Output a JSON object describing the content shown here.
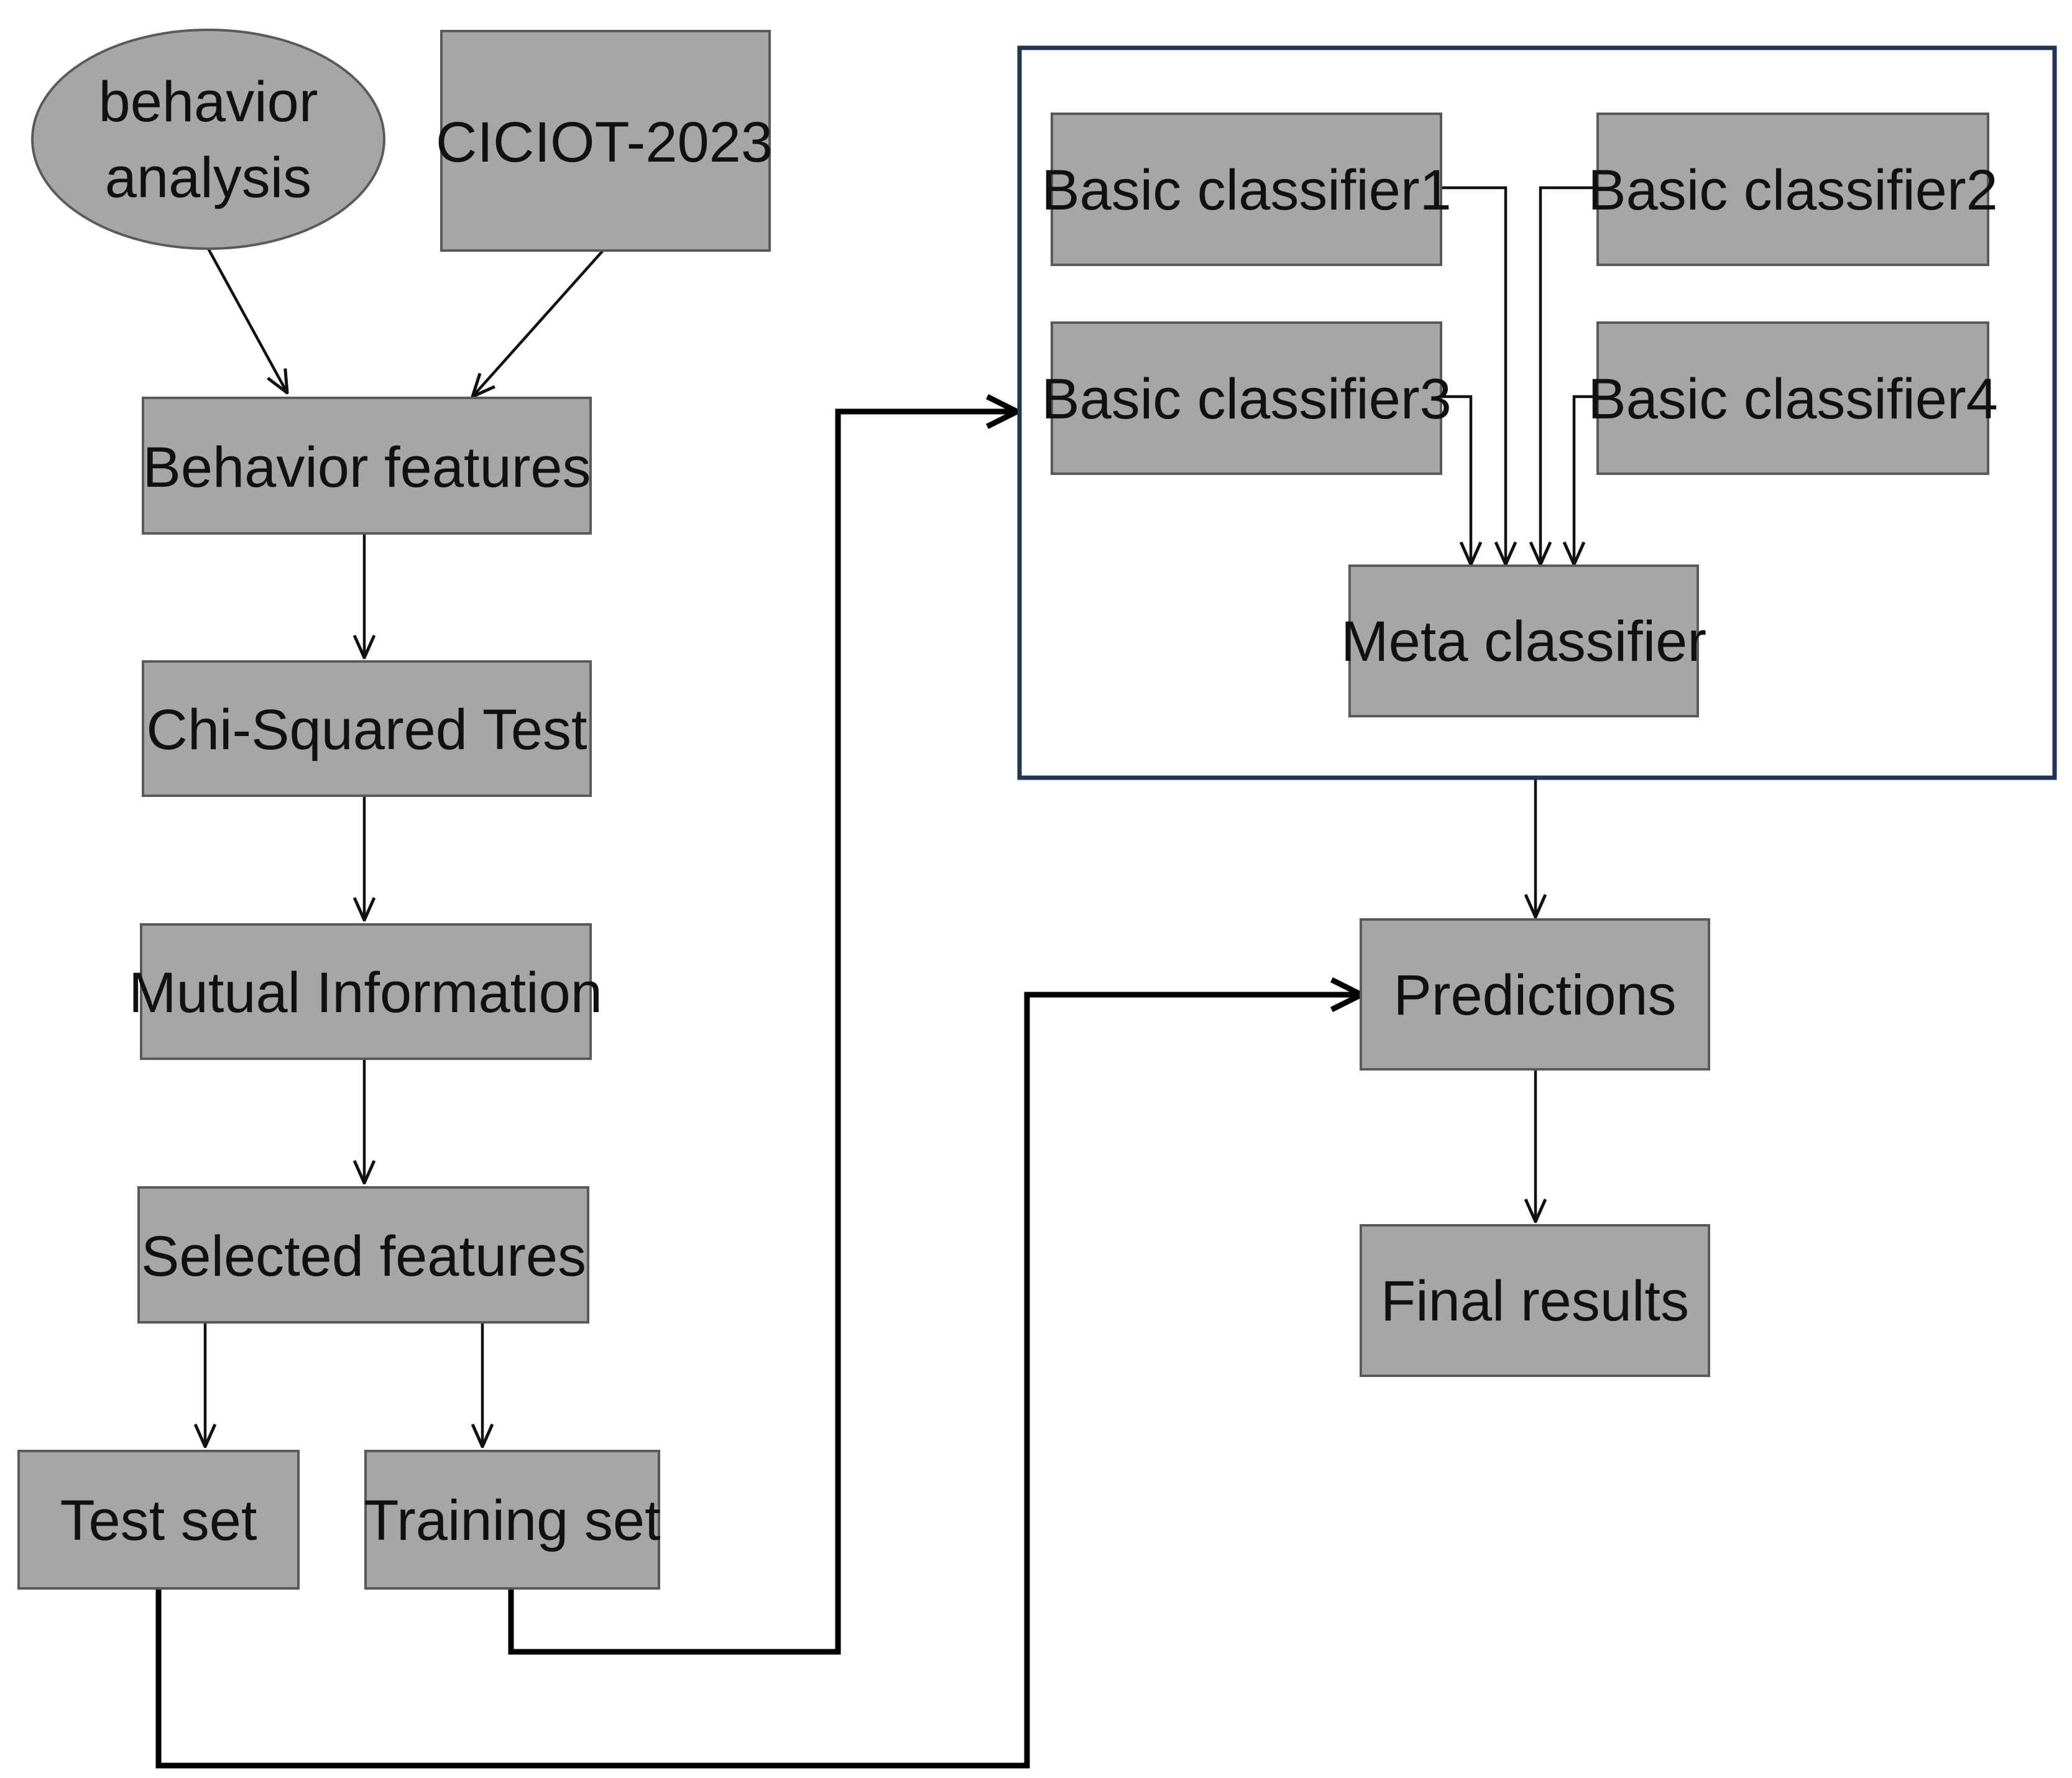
{
  "nodes": {
    "behavior_analysis": {
      "line1": "behavior",
      "line2": "analysis"
    },
    "ciciot": "CICIOT-2023",
    "behavior_features": "Behavior features",
    "chi_squared": "Chi-Squared Test",
    "mutual_information": "Mutual Information",
    "selected_features": "Selected features",
    "test_set": "Test set",
    "training_set": "Training set",
    "basic_classifier1": "Basic classifier1",
    "basic_classifier2": "Basic classifier2",
    "basic_classifier3": "Basic classifier3",
    "basic_classifier4": "Basic classifier4",
    "meta_classifier": "Meta classifier",
    "predictions": "Predictions",
    "final_results": "Final results"
  },
  "edges": [
    {
      "from": "behavior_analysis",
      "to": "behavior_features"
    },
    {
      "from": "ciciot",
      "to": "behavior_features"
    },
    {
      "from": "behavior_features",
      "to": "chi_squared"
    },
    {
      "from": "chi_squared",
      "to": "mutual_information"
    },
    {
      "from": "mutual_information",
      "to": "selected_features"
    },
    {
      "from": "selected_features",
      "to": "test_set"
    },
    {
      "from": "selected_features",
      "to": "training_set"
    },
    {
      "from": "training_set",
      "to": "stacking_ensemble"
    },
    {
      "from": "basic_classifier1",
      "to": "meta_classifier"
    },
    {
      "from": "basic_classifier2",
      "to": "meta_classifier"
    },
    {
      "from": "basic_classifier3",
      "to": "meta_classifier"
    },
    {
      "from": "basic_classifier4",
      "to": "meta_classifier"
    },
    {
      "from": "stacking_ensemble",
      "to": "predictions"
    },
    {
      "from": "test_set",
      "to": "predictions"
    },
    {
      "from": "predictions",
      "to": "final_results"
    }
  ],
  "colors": {
    "node_fill": "#a6a6a6",
    "node_border": "#5a5a5a",
    "ensemble_frame": "#1f3556",
    "arrow": "#000000"
  }
}
